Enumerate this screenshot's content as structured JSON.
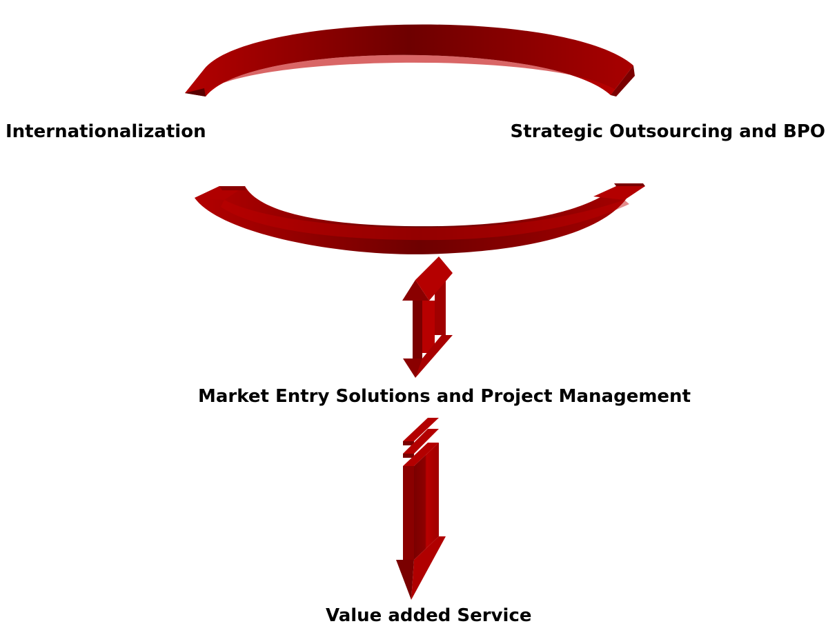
{
  "diagram": {
    "nodes": {
      "internationalization": "Internationalization",
      "outsourcing": "Strategic Outsourcing and BPO",
      "market_entry": "Market Entry Solutions and Project Management",
      "value_added": "Value added Service"
    },
    "edges": [
      {
        "from": "internationalization",
        "to": "outsourcing",
        "style": "curved-arrow-top"
      },
      {
        "from": "outsourcing",
        "to": "internationalization",
        "style": "curved-arrow-bottom"
      },
      {
        "from": "market_entry",
        "to": "cycle",
        "style": "double-headed-arrow"
      },
      {
        "from": "market_entry",
        "to": "value_added",
        "style": "striped-arrow-down"
      }
    ],
    "colors": {
      "arrow_light": "#b30000",
      "arrow_mid": "#990000",
      "arrow_dark": "#6e0000",
      "text": "#000000",
      "background": "#ffffff"
    }
  }
}
